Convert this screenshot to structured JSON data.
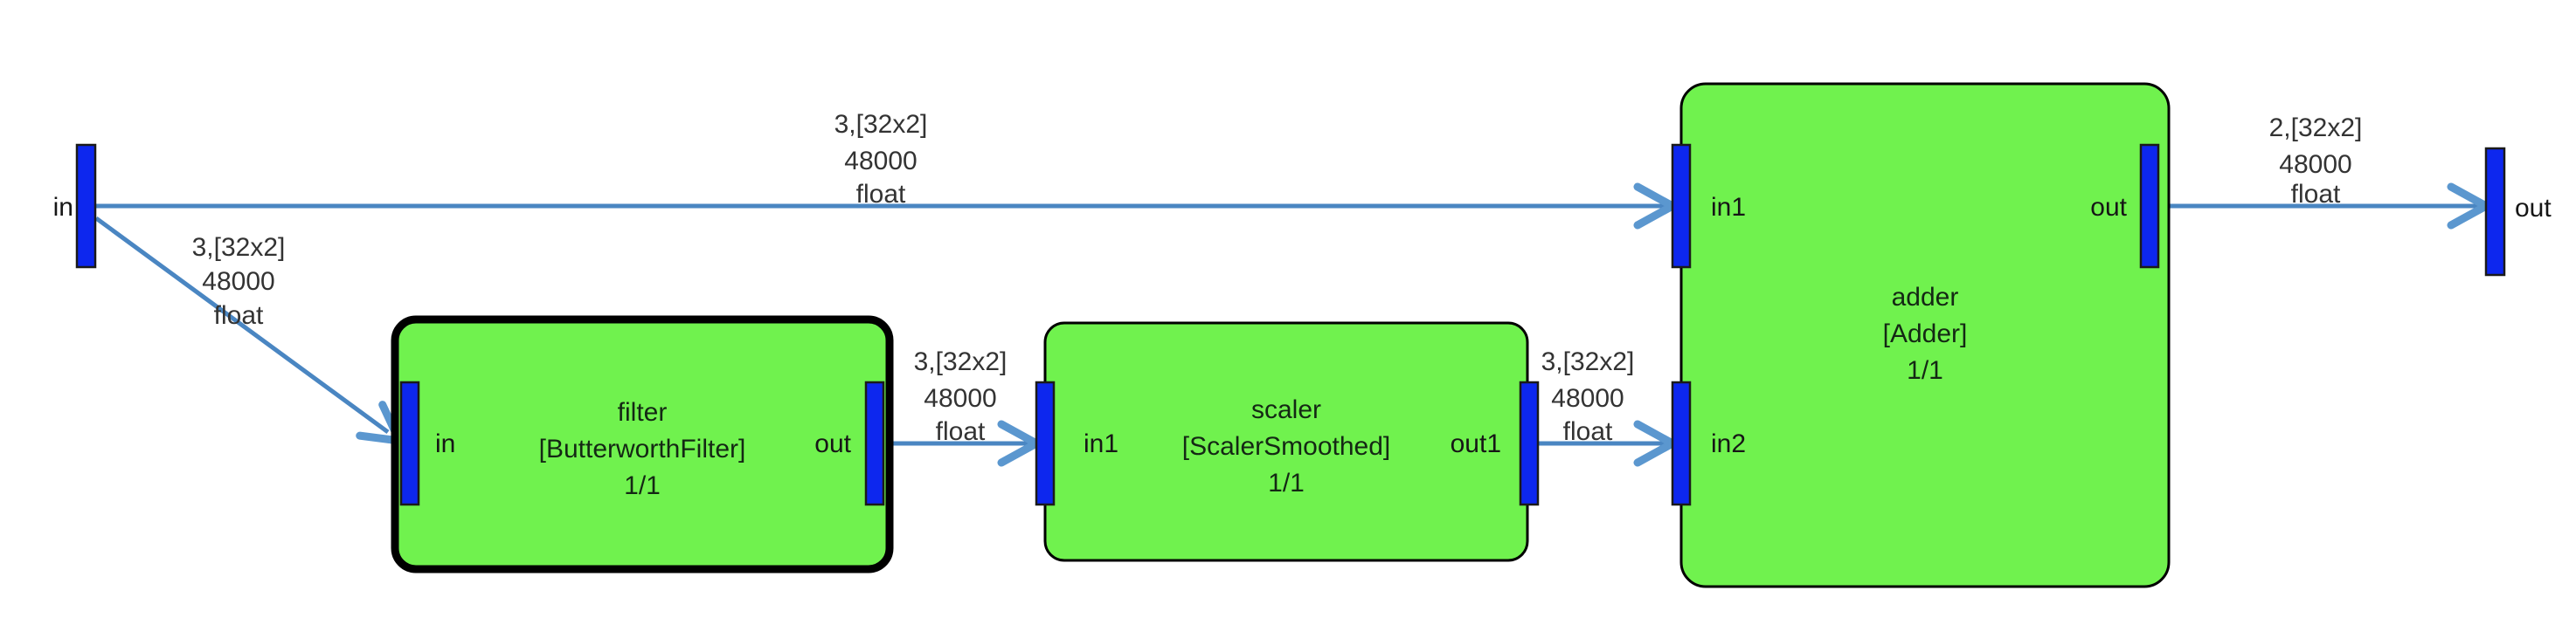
{
  "diagram": {
    "background_color": "#ffffff",
    "graph_input": {
      "label": "in"
    },
    "graph_output": {
      "label": "out"
    },
    "blocks": [
      {
        "name": "filter",
        "title": "filter",
        "type_label": "[ButterworthFilter]",
        "instances": "1/1",
        "selected": true,
        "port_labels": {
          "in": "in",
          "out": "out"
        }
      },
      {
        "name": "scaler",
        "title": "scaler",
        "type_label": "[ScalerSmoothed]",
        "instances": "1/1",
        "selected": false,
        "port_labels": {
          "in": "in1",
          "out": "out1"
        }
      },
      {
        "name": "adder",
        "title": "adder",
        "type_label": "[Adder]",
        "instances": "1/1",
        "selected": false,
        "port_labels": {
          "in1": "in1",
          "in2": "in2",
          "out": "out"
        }
      }
    ],
    "connections": [
      {
        "from": "in",
        "to": "adder.in1",
        "label_lines": [
          "3,[32x2]",
          "48000",
          "float"
        ]
      },
      {
        "from": "in",
        "to": "filter.in",
        "label_lines": [
          "3,[32x2]",
          "48000",
          "float"
        ]
      },
      {
        "from": "filter.out",
        "to": "scaler.in1",
        "label_lines": [
          "3,[32x2]",
          "48000",
          "float"
        ]
      },
      {
        "from": "scaler.out1",
        "to": "adder.in2",
        "label_lines": [
          "3,[32x2]",
          "48000",
          "float"
        ]
      },
      {
        "from": "adder.out",
        "to": "out",
        "label_lines": [
          "2,[32x2]",
          "48000",
          "float"
        ]
      }
    ],
    "colors": {
      "block_fill": "#70f24e",
      "block_border": "#000000",
      "port_fill": "#0d27ee",
      "wire": "#4a86c2",
      "arrowhead": "#5b97cf",
      "edge_label_text": "#333333",
      "block_text": "#142814"
    }
  }
}
